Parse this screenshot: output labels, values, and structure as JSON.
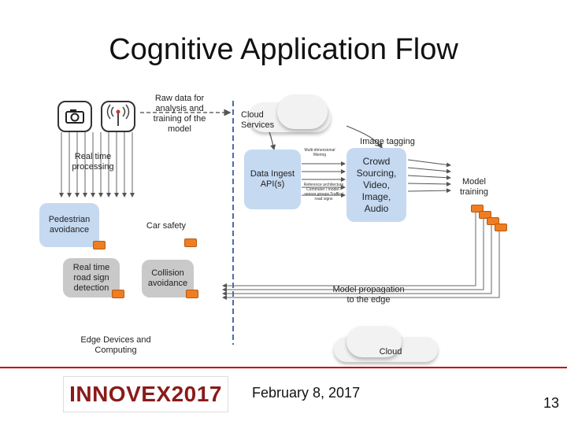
{
  "title": "Cognitive Application Flow",
  "labels": {
    "raw_data": "Raw data for analysis and training of the model",
    "cloud_services": "Cloud Services",
    "image_tagging": "Image tagging",
    "real_time_processing": "Real time processing",
    "multi_dimensional": "Multi-dimensional filtering",
    "reference_architecture": "Reference architecture Commuter / model / sensor groups Traffic / road signs",
    "model_training": "Model training",
    "car_safety": "Car safety",
    "model_propagation": "Model propagation to the edge",
    "edge_devices": "Edge Devices and Computing",
    "cloud": "Cloud"
  },
  "boxes": {
    "data_ingest": "Data Ingest API(s)",
    "crowd_sourcing": "Crowd Sourcing, Video, Image, Audio",
    "pedestrian": "Pedestrian avoidance",
    "road_sign": "Real time road sign detection",
    "collision": "Collision avoidance"
  },
  "footer": {
    "logo_text": "INNOVEX2017",
    "date": "February 8, 2017",
    "page": "13"
  },
  "colors": {
    "orange": "#ef7d22",
    "box_blue": "#c5d9f1",
    "box_gray": "#c9c9c9",
    "divider": "#4a6fa5"
  },
  "icons": [
    "camera-icon",
    "antenna-icon"
  ]
}
